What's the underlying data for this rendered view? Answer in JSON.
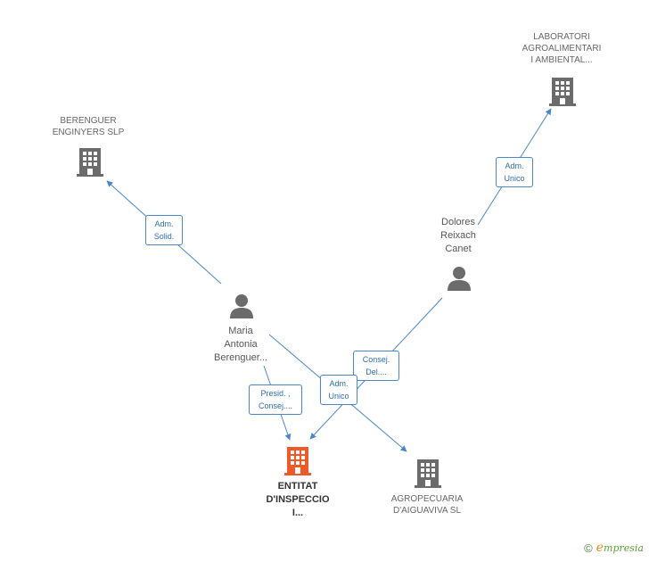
{
  "nodes": {
    "laboratori": {
      "lines": [
        "LABORATORI",
        "AGROALIMENTARI",
        "I AMBIENTAL..."
      ],
      "type": "company"
    },
    "berenguer_enginyers": {
      "lines": [
        "BERENGUER",
        "ENGINYERS SLP"
      ],
      "type": "company"
    },
    "dolores": {
      "lines": [
        "Dolores",
        "Reixach",
        "Canet"
      ],
      "type": "person"
    },
    "maria": {
      "lines": [
        "Maria",
        "Antonia",
        "Berenguer..."
      ],
      "type": "person"
    },
    "entitat": {
      "lines": [
        "ENTITAT",
        "D'INSPECCIO",
        "I..."
      ],
      "type": "company-focus"
    },
    "agropecuaria": {
      "lines": [
        "AGROPECUARIA",
        "D'AIGUAVIVA SL"
      ],
      "type": "company"
    }
  },
  "edges": {
    "maria_berenguer": [
      "Adm.",
      "Solid."
    ],
    "dolores_laboratori": [
      "Adm.",
      "Unico"
    ],
    "maria_entitat": [
      "Presid. ,",
      "Consej...."
    ],
    "dolores_entitat": [
      "Consej.",
      "Del...."
    ],
    "maria_agropecuaria": [
      "Adm.",
      "Unico"
    ]
  },
  "colors": {
    "edge": "#4a86c8",
    "company": "#6b6b6b",
    "focus": "#f05a28"
  },
  "footer": {
    "copyright": "©",
    "brand_e": "e",
    "brand_rest": "mpresia"
  }
}
